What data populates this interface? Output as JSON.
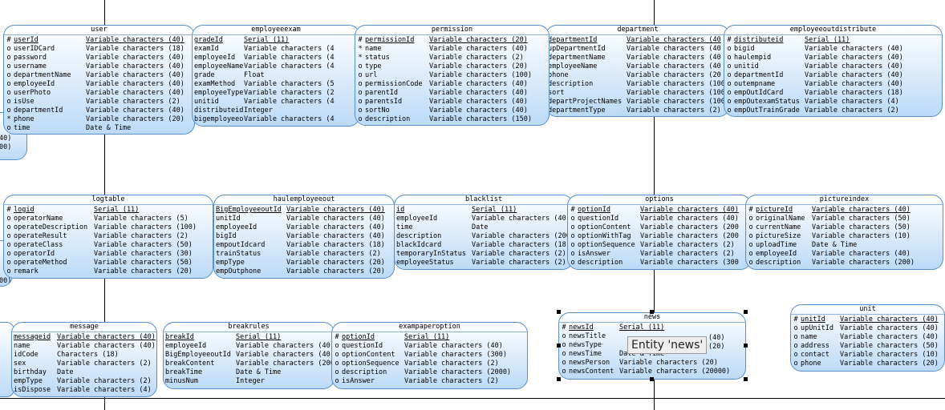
{
  "entities": [
    {
      "id": "user",
      "title": "user",
      "rows": [
        [
          "#",
          "userId",
          "Variable characters (40)",
          1
        ],
        [
          "o",
          "userIDCard",
          "Variable characters (18)",
          0
        ],
        [
          "o",
          "password",
          "Variable characters (40)",
          0
        ],
        [
          "o",
          "username",
          "Variable characters (40)",
          0
        ],
        [
          "o",
          "departmentName",
          "Variable characters (40)",
          0
        ],
        [
          "o",
          "employeeId",
          "Variable characters (40)",
          0
        ],
        [
          "o",
          "userPhoto",
          "Variable characters (40)",
          0
        ],
        [
          "o",
          "isUse",
          "Variable characters (2)",
          0
        ],
        [
          "o",
          "departmentId",
          "Variable characters (40)",
          0
        ],
        [
          "*",
          "phone",
          "Variable characters (20)",
          0
        ],
        [
          "o",
          "time",
          "Date & Time",
          0
        ]
      ]
    },
    {
      "id": "employeeexam",
      "title": "employeeexam",
      "rows": [
        [
          "",
          "gradeId",
          "Serial (11)",
          1
        ],
        [
          "",
          "examId",
          "Variable characters (4",
          0
        ],
        [
          "",
          "employeeId",
          "Variable characters (4",
          0
        ],
        [
          "",
          "employeeName",
          "Variable characters (4",
          0
        ],
        [
          "",
          "grade",
          "Float",
          0
        ],
        [
          "",
          "examMethod",
          "Variable characters (5",
          0
        ],
        [
          "",
          "employeeType",
          "Variable characters (2",
          0
        ],
        [
          "",
          "unitid",
          "Variable characters (4",
          0
        ],
        [
          "",
          "distributeid",
          "Integer",
          0
        ],
        [
          "",
          "bigemployeeoutid",
          "Variable characters (4",
          0
        ]
      ]
    },
    {
      "id": "permission",
      "title": "permission",
      "rows": [
        [
          "#",
          "permissionId",
          "Variable characters (20)",
          1
        ],
        [
          "*",
          "name",
          "Variable characters (40)",
          0
        ],
        [
          "*",
          "status",
          "Variable characters (2)",
          0
        ],
        [
          "o",
          "type",
          "Variable characters (20)",
          0
        ],
        [
          "o",
          "url",
          "Variable characters (100)",
          0
        ],
        [
          "o",
          "permissionCode",
          "Variable characters (40)",
          0
        ],
        [
          "o",
          "parentId",
          "Variable characters (40)",
          0
        ],
        [
          "o",
          "parentsId",
          "Variable characters (40)",
          0
        ],
        [
          "o",
          "sortNo",
          "Variable characters (40)",
          0
        ],
        [
          "o",
          "description",
          "Variable characters (150)",
          0
        ]
      ]
    },
    {
      "id": "department",
      "title": "department",
      "rows": [
        [
          "",
          "departmentId",
          "Variable characters (40",
          1
        ],
        [
          "",
          "upDepartmentId",
          "Variable characters (40",
          0
        ],
        [
          "",
          "departmentName",
          "Variable characters (40",
          0
        ],
        [
          "",
          "employeeName",
          "Variable characters (40",
          0
        ],
        [
          "",
          "phone",
          "Variable characters (20",
          0
        ],
        [
          "",
          "description",
          "Variable characters (100",
          0
        ],
        [
          "",
          "sort",
          "Variable characters (100",
          0
        ],
        [
          "",
          "departProjectNames",
          "Variable characters (100",
          0
        ],
        [
          "",
          "departmentType",
          "Variable characters (2)",
          0
        ]
      ]
    },
    {
      "id": "employeeoutdistribute",
      "title": "employeeoutdistribute",
      "rows": [
        [
          "#",
          "distributeid",
          "Serial (11)",
          1
        ],
        [
          "o",
          "bigid",
          "Variable characters (40)",
          0
        ],
        [
          "o",
          "haulempid",
          "Variable characters (40)",
          0
        ],
        [
          "o",
          "unitid",
          "Variable characters (40)",
          0
        ],
        [
          "o",
          "departmentId",
          "Variable characters (40)",
          0
        ],
        [
          "o",
          "outempname",
          "Variable characters (40)",
          0
        ],
        [
          "o",
          "empOutIdCard",
          "Variable characters (18)",
          0
        ],
        [
          "o",
          "empOutexamStatus",
          "Variable characters (4)",
          0
        ],
        [
          "o",
          "empOutTrainGrade",
          "Variable characters (2)",
          0
        ]
      ]
    },
    {
      "id": "logtable",
      "title": "logtable",
      "rows": [
        [
          "#",
          "logid",
          "Serial (11)",
          1
        ],
        [
          "o",
          "operatorName",
          "Variable characters (5)",
          0
        ],
        [
          "o",
          "operateDescription",
          "Variable characters (100)",
          0
        ],
        [
          "o",
          "operateResult",
          "Variable characters (2)",
          0
        ],
        [
          "o",
          "operateClass",
          "Variable characters (50)",
          0
        ],
        [
          "o",
          "operatorId",
          "Variable characters (30)",
          0
        ],
        [
          "o",
          "operateMethod",
          "Variable characters (50)",
          0
        ],
        [
          "o",
          "remark",
          "Variable characters (20)",
          0
        ]
      ]
    },
    {
      "id": "haulemployeeout",
      "title": "haulemployeeout",
      "rows": [
        [
          "",
          "BigEmployeeoutId",
          "Variable characters (40)",
          1
        ],
        [
          "",
          "unitId",
          "Variable characters (40)",
          0
        ],
        [
          "",
          "employeeId",
          "Variable characters (40)",
          0
        ],
        [
          "",
          "bigId",
          "Variable characters (40)",
          0
        ],
        [
          "",
          "empoutIdcard",
          "Variable characters (18)",
          0
        ],
        [
          "",
          "trainStatus",
          "Variable characters (2)",
          0
        ],
        [
          "",
          "empType",
          "Variable characters (20)",
          0
        ],
        [
          "",
          "empOutphone",
          "Variable characters (20)",
          0
        ]
      ]
    },
    {
      "id": "blacklist",
      "title": "blacklist",
      "rows": [
        [
          "",
          "id",
          "Serial (11)",
          1
        ],
        [
          "",
          "employeeId",
          "Variable characters (40)",
          0
        ],
        [
          "",
          "time",
          "Date",
          0
        ],
        [
          "",
          "description",
          "Variable characters (200",
          0
        ],
        [
          "",
          "blackIdcard",
          "Variable characters (18)",
          0
        ],
        [
          "",
          "temporaryInStatus",
          "Variable characters (2)",
          0
        ],
        [
          "",
          "employeeStatus",
          "Variable characters (2)",
          0
        ]
      ]
    },
    {
      "id": "options",
      "title": "options",
      "rows": [
        [
          "#",
          "optionId",
          "Variable characters (40)",
          1
        ],
        [
          "o",
          "questionId",
          "Variable characters (40)",
          0
        ],
        [
          "o",
          "optionContent",
          "Variable characters (200",
          0
        ],
        [
          "o",
          "optionWithTag",
          "Variable characters (200",
          0
        ],
        [
          "o",
          "optionSequence",
          "Variable characters (2)",
          0
        ],
        [
          "o",
          "isAnswer",
          "Variable characters (2)",
          0
        ],
        [
          "o",
          "description",
          "Variable characters (300",
          0
        ]
      ]
    },
    {
      "id": "pictureindex",
      "title": "pictureindex",
      "rows": [
        [
          "#",
          "pictureId",
          "Variable characters (40)",
          1
        ],
        [
          "o",
          "originalName",
          "Variable characters (50)",
          0
        ],
        [
          "o",
          "currentName",
          "Variable characters (50)",
          0
        ],
        [
          "o",
          "pictureSize",
          "Variable characters (10)",
          0
        ],
        [
          "o",
          "uploadTime",
          "Date & Time",
          0
        ],
        [
          "o",
          "employeeId",
          "Variable characters (40)",
          0
        ],
        [
          "o",
          "description",
          "Variable characters (200)",
          0
        ]
      ]
    },
    {
      "id": "message",
      "title": "message",
      "rows": [
        [
          "",
          "messageid",
          "Variable characters (40)",
          1
        ],
        [
          "",
          "name",
          "Variable characters (40)",
          0
        ],
        [
          "",
          "idCode",
          "Characters (18)",
          0
        ],
        [
          "",
          "sex",
          "Variable characters (2)",
          0
        ],
        [
          "",
          "birthday",
          "Date",
          0
        ],
        [
          "",
          "empType",
          "Variable characters (2)",
          0
        ],
        [
          "",
          "isDispose",
          "Variable characters (4)",
          0
        ]
      ]
    },
    {
      "id": "breakrules",
      "title": "breakrules",
      "rows": [
        [
          "",
          "breakId",
          "Serial (11)",
          1
        ],
        [
          "",
          "employeeId",
          "Variable characters (40)",
          0
        ],
        [
          "",
          "BigEmployeeoutId",
          "Variable characters (40)",
          0
        ],
        [
          "",
          "breakContent",
          "Variable characters (200",
          0
        ],
        [
          "",
          "breakTime",
          "Date & Time",
          0
        ],
        [
          "",
          "minusNum",
          "Integer",
          0
        ]
      ]
    },
    {
      "id": "exampaperoption",
      "title": "exampaperoption",
      "rows": [
        [
          "#",
          "optionId",
          "Serial (11)",
          1
        ],
        [
          "o",
          "questionId",
          "Variable characters (40)",
          0
        ],
        [
          "o",
          "optionContent",
          "Variable characters (300)",
          0
        ],
        [
          "o",
          "optionSequence",
          "Variable characters (2)",
          0
        ],
        [
          "o",
          "description",
          "Variable characters (2000)",
          0
        ],
        [
          "o",
          "isAnswer",
          "Variable characters (2)",
          0
        ]
      ]
    },
    {
      "id": "news",
      "title": "news",
      "rows": [
        [
          "#",
          "newsId",
          "Serial (11)",
          1
        ],
        [
          "o",
          "newsTitle",
          "",
          0
        ],
        [
          "o",
          "newsType",
          "",
          0
        ],
        [
          "o",
          "newsTime",
          "Date & Time",
          0
        ],
        [
          "o",
          "newsPerson",
          "Variable characters (20)",
          0
        ],
        [
          "o",
          "newsContent",
          "Variable characters (20000)",
          0
        ]
      ]
    },
    {
      "id": "unit",
      "title": "unit",
      "rows": [
        [
          "#",
          "unitId",
          "Variable characters (40)",
          1
        ],
        [
          "o",
          "upUnitId",
          "Variable characters (40)",
          0
        ],
        [
          "o",
          "name",
          "Variable characters (40)",
          0
        ],
        [
          "o",
          "address",
          "Variable characters (50)",
          0
        ],
        [
          "o",
          "contact",
          "Variable characters (10)",
          0
        ],
        [
          "o",
          "phone",
          "Variable characters (20)",
          0
        ]
      ]
    }
  ],
  "partial_fragments": {
    "top_left": [
      "40)",
      "00)"
    ],
    "mid_left": "00)"
  },
  "news_extra": {
    "len_title": "(40)",
    "len_type": "(20)"
  },
  "tooltip": "Entity 'news'"
}
